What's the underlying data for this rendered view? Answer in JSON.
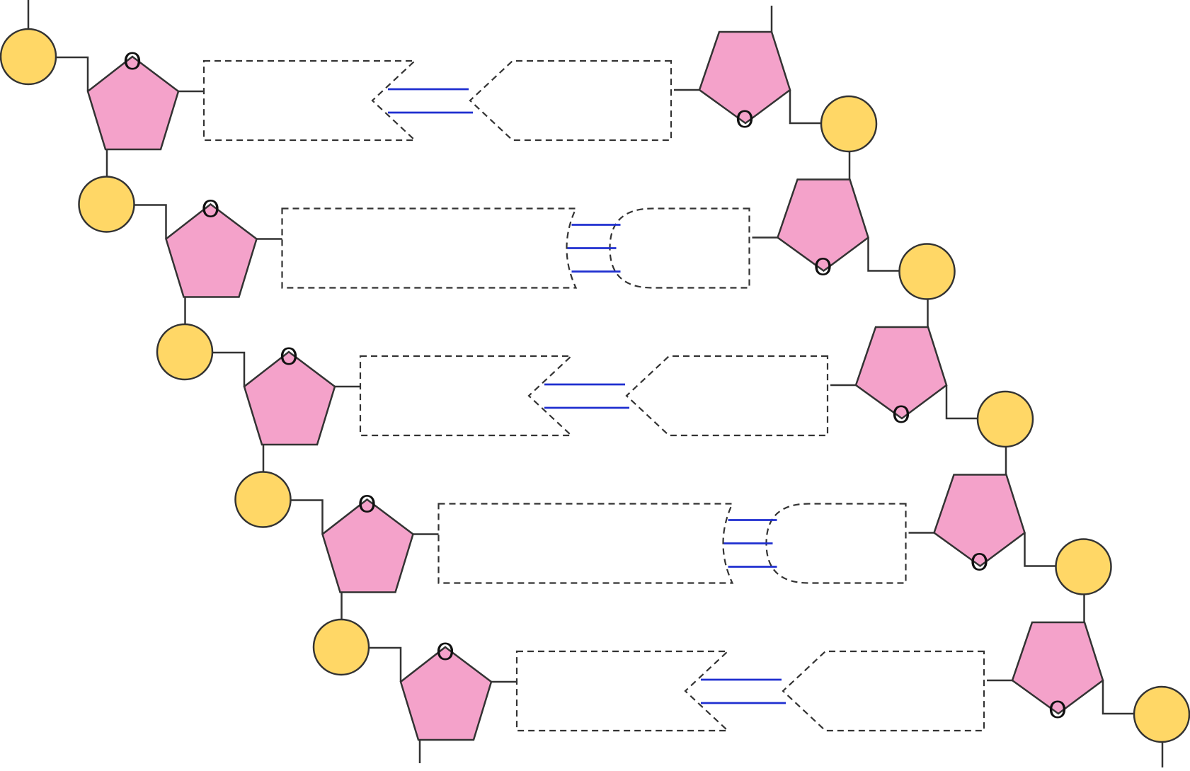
{
  "diagram": {
    "ring_oxygen_label": "O",
    "colors": {
      "phosphate": "#ffd766",
      "sugar": "#f4a2ca",
      "outline": "#333333",
      "hydrogen_bond": "#1f2fd0"
    },
    "base_pairs": [
      {
        "left_base": "arrow-notch",
        "right_base": "arrow-point",
        "hydrogen_bonds": 2
      },
      {
        "left_base": "concave",
        "right_base": "convex",
        "hydrogen_bonds": 3
      },
      {
        "left_base": "arrow-notch",
        "right_base": "arrow-point",
        "hydrogen_bonds": 2
      },
      {
        "left_base": "concave",
        "right_base": "convex",
        "hydrogen_bonds": 3
      },
      {
        "left_base": "arrow-notch",
        "right_base": "arrow-point",
        "hydrogen_bonds": 2
      }
    ]
  }
}
